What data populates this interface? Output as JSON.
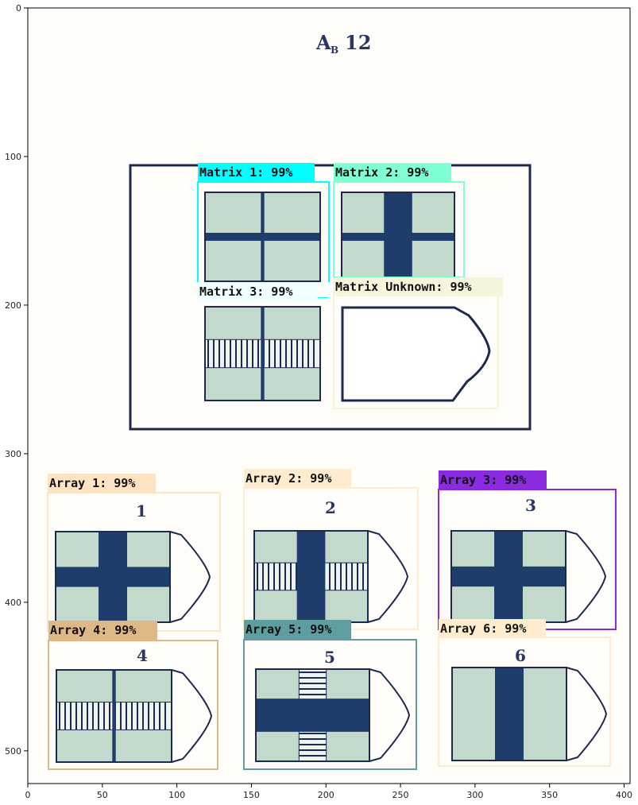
{
  "plot": {
    "x_ticks": [
      "0",
      "50",
      "100",
      "150",
      "200",
      "250",
      "300",
      "350",
      "400"
    ],
    "y_ticks": [
      "0",
      "100",
      "200",
      "300",
      "400",
      "500"
    ]
  },
  "page": {
    "title": "A",
    "title_sub": "B",
    "title_num": "12",
    "array_numbers": [
      "1",
      "2",
      "3",
      "4",
      "5",
      "6"
    ]
  },
  "detections": [
    {
      "label": "Matrix 1: 99%",
      "color": "#00ffff"
    },
    {
      "label": "Matrix 2: 99%",
      "color": "#7fffd4"
    },
    {
      "label": "Matrix 3: 99%",
      "color": "#f0ffff"
    },
    {
      "label": "Matrix Unknown: 99%",
      "color": "#f5f5dc"
    },
    {
      "label": "Array 1: 99%",
      "color": "#ffe4c4"
    },
    {
      "label": "Array 2: 99%",
      "color": "#ffebcd"
    },
    {
      "label": "Array 3: 99%",
      "color": "#8a2be2"
    },
    {
      "label": "Array 4: 99%",
      "color": "#deb887"
    },
    {
      "label": "Array 5: 99%",
      "color": "#5f9ea0"
    },
    {
      "label": "Array 6: 99%",
      "color": "#ffebcd"
    }
  ],
  "colors": {
    "pattern_fill": "#c3d9cc",
    "pattern_dark": "#1f3d6a",
    "ink": "#1e2a4d"
  }
}
